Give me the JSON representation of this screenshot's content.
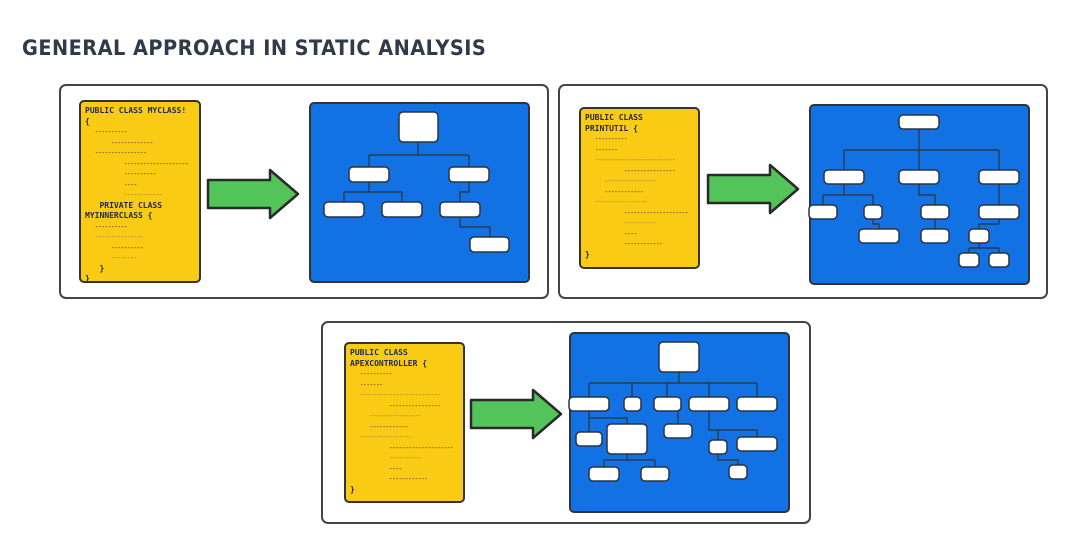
{
  "title": "GENERAL APPROACH IN STATIC ANALYSIS",
  "colors": {
    "code_card": "#f9cb14",
    "tree_bg": "#1271e3",
    "arrow": "#52c45a",
    "node": "#ffffff",
    "outline": "#333333"
  },
  "examples": [
    {
      "code_lines": [
        {
          "t": "PUBLIC CLASS MYCLASS!",
          "k": "kw"
        },
        {
          "t": "{",
          "k": "kw"
        },
        {
          "t": "   ----------",
          "k": "d"
        },
        {
          "t": "        -------------",
          "k": "d"
        },
        {
          "t": "   ----------------",
          "k": "d"
        },
        {
          "t": "            --------------------",
          "k": "d"
        },
        {
          "t": "            ----------",
          "k": "d"
        },
        {
          "t": "            ----",
          "k": "d"
        },
        {
          "t": "            ------------",
          "k": "g"
        },
        {
          "t": "   PRIVATE CLASS",
          "k": "kw"
        },
        {
          "t": "MYINNERCLASS {",
          "k": "kw"
        },
        {
          "t": "   ----------",
          "k": "d"
        },
        {
          "t": "   ---------------",
          "k": "g"
        },
        {
          "t": "        ----------",
          "k": "d"
        },
        {
          "t": "        --------",
          "k": "g"
        },
        {
          "t": "   }",
          "k": "kw"
        },
        {
          "t": "}",
          "k": "kw"
        }
      ]
    },
    {
      "code_lines": [
        {
          "t": "PUBLIC CLASS",
          "k": "kw"
        },
        {
          "t": "PRINTUTIL {",
          "k": "kw"
        },
        {
          "t": "   ----------",
          "k": "d"
        },
        {
          "t": "   -------",
          "k": "d"
        },
        {
          "t": "   -------------------------",
          "k": "g"
        },
        {
          "t": "            ----------------",
          "k": "d"
        },
        {
          "t": "      ----------------",
          "k": "g"
        },
        {
          "t": "      ------------",
          "k": "d"
        },
        {
          "t": "   ----------------",
          "k": "g"
        },
        {
          "t": "            --------------------",
          "k": "d"
        },
        {
          "t": "            ----------",
          "k": "g"
        },
        {
          "t": "            ----",
          "k": "d"
        },
        {
          "t": "            ------------",
          "k": "d"
        },
        {
          "t": "}",
          "k": "kw"
        }
      ]
    },
    {
      "code_lines": [
        {
          "t": "PUBLIC CLASS",
          "k": "kw"
        },
        {
          "t": "APEXCONTROLLER {",
          "k": "kw"
        },
        {
          "t": "   ----------",
          "k": "d"
        },
        {
          "t": "   -------",
          "k": "d"
        },
        {
          "t": "   -------------------------",
          "k": "g"
        },
        {
          "t": "            ----------------",
          "k": "d"
        },
        {
          "t": "      ----------------",
          "k": "g"
        },
        {
          "t": "      ------------",
          "k": "d"
        },
        {
          "t": "   ----------------",
          "k": "g"
        },
        {
          "t": "            --------------------",
          "k": "d"
        },
        {
          "t": "            ----------",
          "k": "g"
        },
        {
          "t": "            ----",
          "k": "d"
        },
        {
          "t": "            ------------",
          "k": "d"
        },
        {
          "t": "}",
          "k": "kw"
        }
      ]
    }
  ]
}
